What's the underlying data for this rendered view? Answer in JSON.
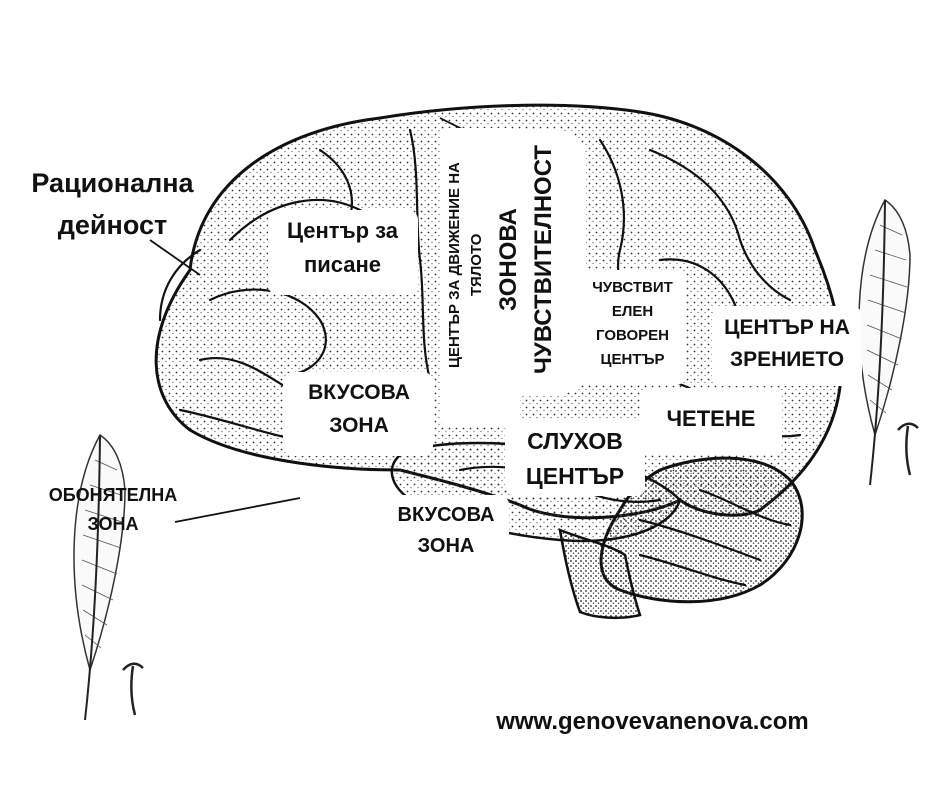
{
  "labels": {
    "rational": "Рационална\nдейност",
    "writing": "Център за\nписане",
    "movement": "ЦЕНТЪР ЗА ДВИЖЕНИЕ НА\nТЯЛОТО",
    "sensitivity": "ЗОНОВА\nЧУВСТВИТЕЛНОСТ",
    "speech": "ЧУВСТВИТ\nЕЛЕН\nГОВОРЕН\nЦЕНТЪР",
    "vision": "ЦЕНТЪР НА\nЗРЕНИЕТО",
    "taste_upper": "ВКУСОВА\nЗОНА",
    "reading": "ЧЕТЕНЕ",
    "hearing": "СЛУХОВ\nЦЕНТЪР",
    "smell": "ОБОНЯТЕЛНА\nЗОНА",
    "taste_lower": "ВКУСОВА\nЗОНА"
  },
  "footer": {
    "website": "www.genovevanenova.com"
  }
}
